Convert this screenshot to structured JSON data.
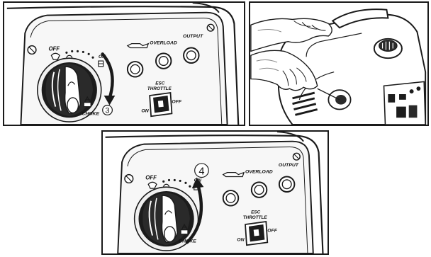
{
  "panels": [
    {
      "id": "step-3",
      "step_number": "3",
      "labels": {
        "off": "OFF",
        "on": "ON",
        "choke": "CHOKE",
        "overload": "OVERLOAD",
        "output": "OUTPUT",
        "esc": "ESC",
        "throttle": "THROTTLE",
        "switch_on": "ON",
        "switch_off": "OFF"
      },
      "arrow_direction": "clockwise-down"
    },
    {
      "id": "step-pull-start",
      "description_icons": [
        "gloved-hand-icon",
        "starter-handle-icon",
        "generator-icon"
      ]
    },
    {
      "id": "step-4",
      "step_number": "4",
      "labels": {
        "off": "OFF",
        "on": "ON",
        "choke": "CHOKE",
        "overload": "OVERLOAD",
        "output": "OUTPUT",
        "esc": "ESC",
        "throttle": "THROTTLE",
        "switch_on": "ON",
        "switch_off": "OFF"
      },
      "arrow_direction": "counterclockwise-up"
    }
  ],
  "colors": {
    "line": "#1a1a1a",
    "panel_fill": "#f4f4f4",
    "knob_dark": "#1c1c1c"
  }
}
